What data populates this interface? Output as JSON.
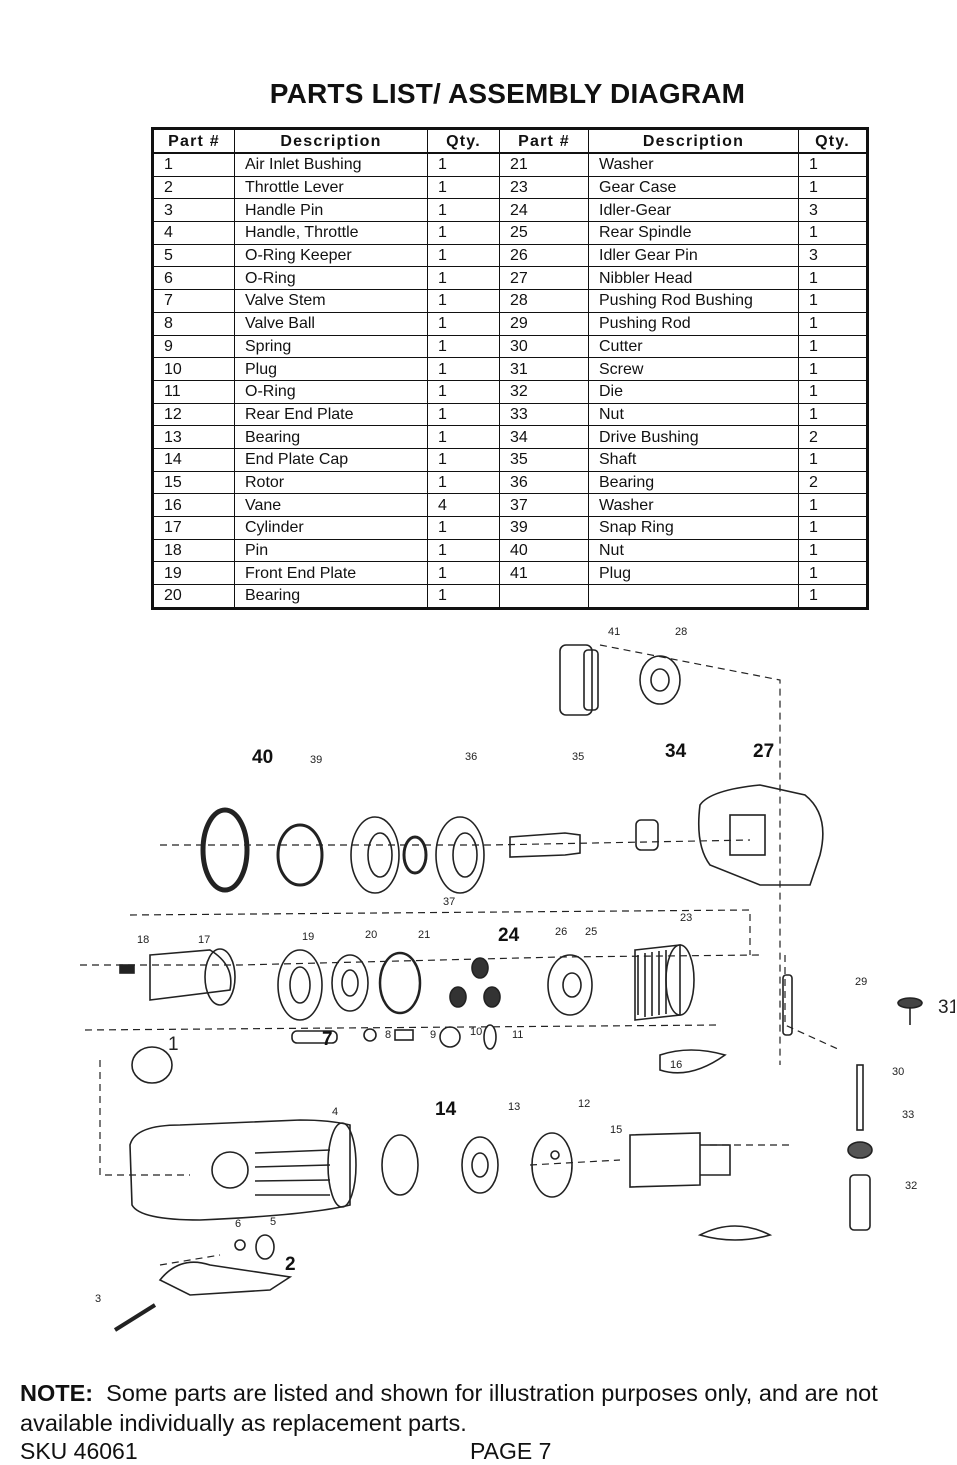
{
  "title": "PARTS LIST/ ASSEMBLY DIAGRAM",
  "table": {
    "headers": [
      "Part #",
      "Description",
      "Qty.",
      "Part #",
      "Description",
      "Qty."
    ],
    "rows": [
      [
        "1",
        "Air Inlet Bushing",
        "1",
        "21",
        "Washer",
        "1"
      ],
      [
        "2",
        "Throttle Lever",
        "1",
        "23",
        "Gear Case",
        "1"
      ],
      [
        "3",
        "Handle Pin",
        "1",
        "24",
        "Idler-Gear",
        "3"
      ],
      [
        "4",
        "Handle, Throttle",
        "1",
        "25",
        "Rear Spindle",
        "1"
      ],
      [
        "5",
        "O-Ring Keeper",
        "1",
        "26",
        "Idler Gear Pin",
        "3"
      ],
      [
        "6",
        "O-Ring",
        "1",
        "27",
        "Nibbler Head",
        "1"
      ],
      [
        "7",
        "Valve Stem",
        "1",
        "28",
        "Pushing Rod Bushing",
        "1"
      ],
      [
        "8",
        "Valve Ball",
        "1",
        "29",
        "Pushing Rod",
        "1"
      ],
      [
        "9",
        "Spring",
        "1",
        "30",
        "Cutter",
        "1"
      ],
      [
        "10",
        "Plug",
        "1",
        "31",
        "Screw",
        "1"
      ],
      [
        "11",
        "O-Ring",
        "1",
        "32",
        "Die",
        "1"
      ],
      [
        "12",
        "Rear End Plate",
        "1",
        "33",
        "Nut",
        "1"
      ],
      [
        "13",
        "Bearing",
        "1",
        "34",
        "Drive Bushing",
        "2"
      ],
      [
        "14",
        "End Plate Cap",
        "1",
        "35",
        "Shaft",
        "1"
      ],
      [
        "15",
        "Rotor",
        "1",
        "36",
        "Bearing",
        "2"
      ],
      [
        "16",
        "Vane",
        "4",
        "37",
        "Washer",
        "1"
      ],
      [
        "17",
        "Cylinder",
        "1",
        "39",
        "Snap Ring",
        "1"
      ],
      [
        "18",
        "Pin",
        "1",
        "40",
        "Nut",
        "1"
      ],
      [
        "19",
        "Front End Plate",
        "1",
        "41",
        "Plug",
        "1"
      ],
      [
        "20",
        "Bearing",
        "1",
        "",
        "",
        "1"
      ]
    ]
  },
  "diagram_labels": {
    "l41": "41",
    "l28": "28",
    "l40": "40",
    "l39": "39",
    "l36": "36",
    "l35": "35",
    "l34": "34",
    "l27": "27",
    "l37": "37",
    "l18": "18",
    "l17": "17",
    "l19": "19",
    "l20": "20",
    "l21": "21",
    "l24": "24",
    "l26": "26",
    "l25": "25",
    "l23": "23",
    "l29": "29",
    "l31": "31",
    "l1": "1",
    "l7": "7",
    "l8": "8",
    "l9": "9",
    "l10": "10",
    "l11": "11",
    "l16": "16",
    "l30": "30",
    "l4": "4",
    "l14": "14",
    "l13": "13",
    "l12": "12",
    "l15": "15",
    "l33": "33",
    "l32": "32",
    "l6": "6",
    "l5": "5",
    "l2": "2",
    "l3": "3"
  },
  "note": {
    "label": "NOTE:",
    "text": "Some parts are listed and shown for illustration purposes only, and are not available individually as replacement parts."
  },
  "footer": {
    "sku": "SKU 46061",
    "page": "PAGE 7"
  }
}
